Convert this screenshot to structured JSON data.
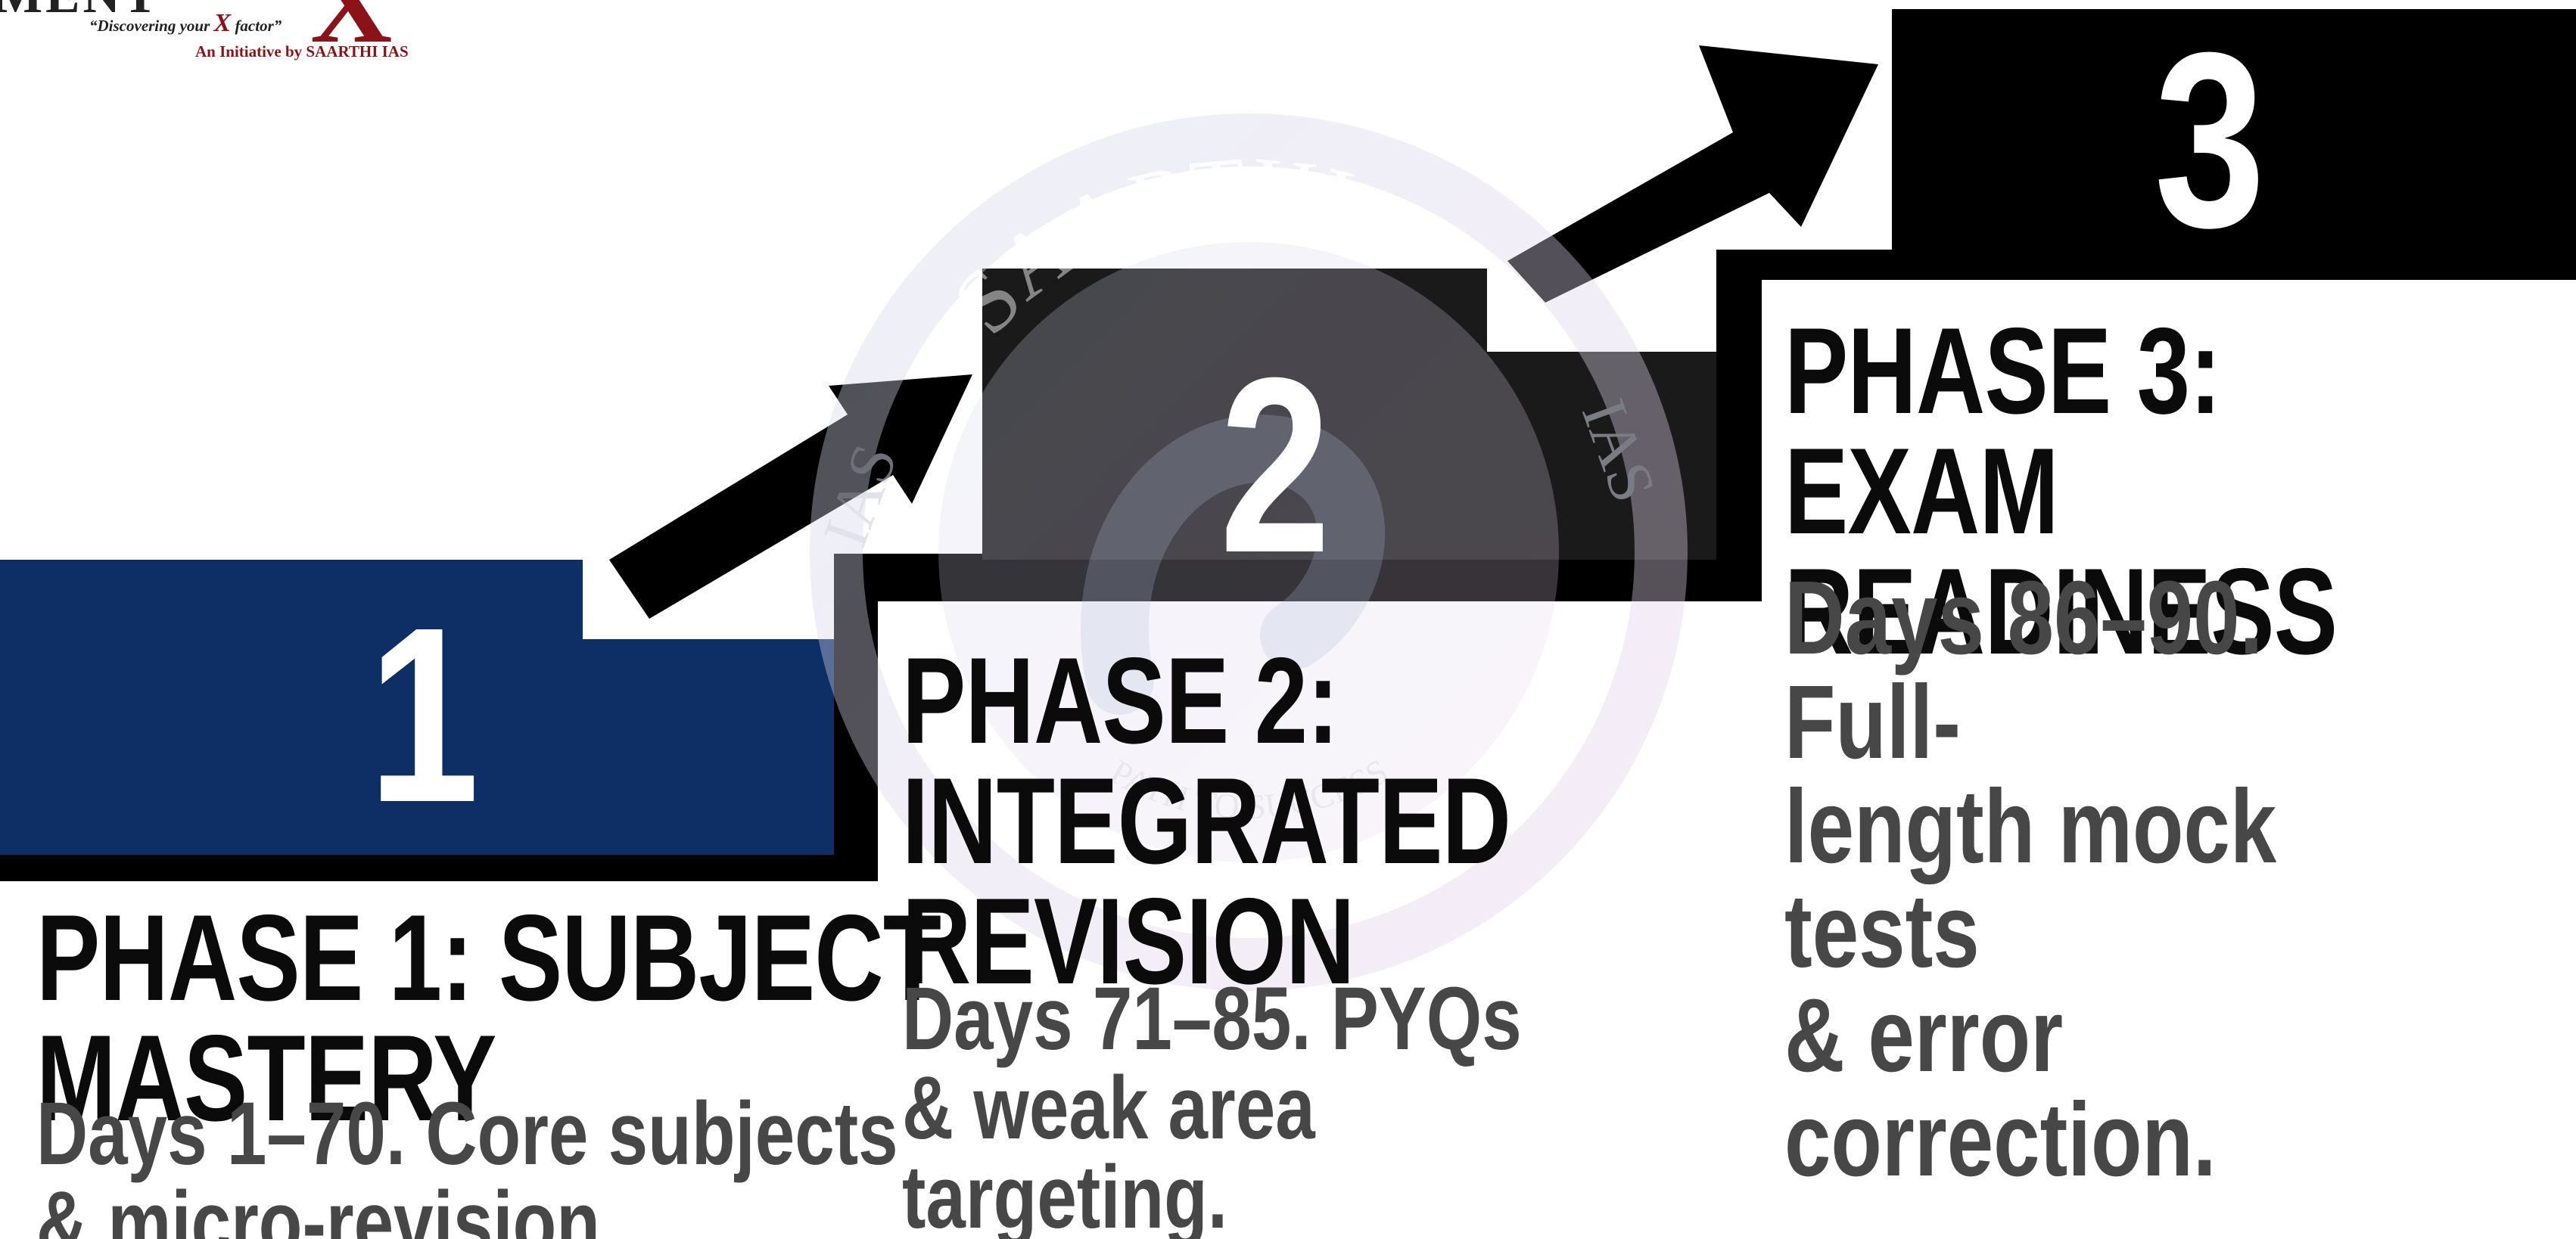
{
  "logo": {
    "top_letters": "MENT",
    "big_letter": "X",
    "tagline_prefix": "“Discovering your ",
    "tagline_x": "X",
    "tagline_suffix": " factor”",
    "initiative": "An Initiative by SAARTHI IAS",
    "brand_color": "#8b1219"
  },
  "watermark": {
    "top_text": "SAARTHI",
    "left_text": "IAS",
    "right_text": "IAS",
    "bottom_text": "PATH TO SUCCESS"
  },
  "colors": {
    "phase1_block": "#0d2f66",
    "phase2_block": "#1a1a1a",
    "phase3_block": "#000000",
    "title_text": "#0b0b0b",
    "desc_text": "#474747"
  },
  "phases": [
    {
      "number": "1",
      "title_line1": "PHASE 1: SUBJECT",
      "title_line2": "MASTERY",
      "desc_line1": "Days 1–70. Core subjects",
      "desc_line2": "& micro-revision."
    },
    {
      "number": "2",
      "title_line1": "PHASE 2:",
      "title_line2": "INTEGRATED",
      "title_line3": "REVISION",
      "desc_line1": "Days 71–85. PYQs",
      "desc_line2": "& weak area",
      "desc_line3": "targeting."
    },
    {
      "number": "3",
      "title_line1": "PHASE 3: EXAM",
      "title_line2": "READINESS",
      "desc_line1": "Days 86–90. Full-",
      "desc_line2": "length mock tests",
      "desc_line3": "& error correction."
    }
  ]
}
